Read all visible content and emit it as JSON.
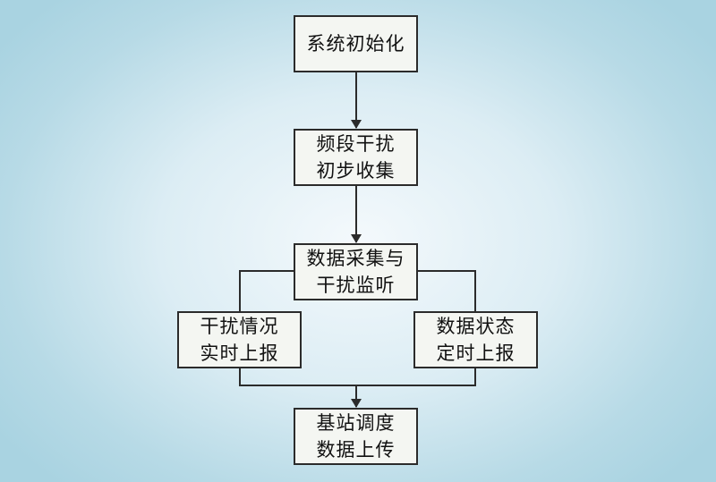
{
  "nodes": {
    "init": {
      "lines": [
        "系统初始化"
      ]
    },
    "collect": {
      "lines": [
        "频段干扰",
        "初步收集"
      ]
    },
    "monitor": {
      "lines": [
        "数据采集与",
        "干扰监听"
      ]
    },
    "interference_report": {
      "lines": [
        "干扰情况",
        "实时上报"
      ]
    },
    "status_report": {
      "lines": [
        "数据状态",
        "定时上报"
      ]
    },
    "upload": {
      "lines": [
        "基站调度",
        "数据上传"
      ]
    }
  },
  "colors": {
    "box_fill": "#f4f6f2",
    "stroke": "#2b2b2b"
  }
}
